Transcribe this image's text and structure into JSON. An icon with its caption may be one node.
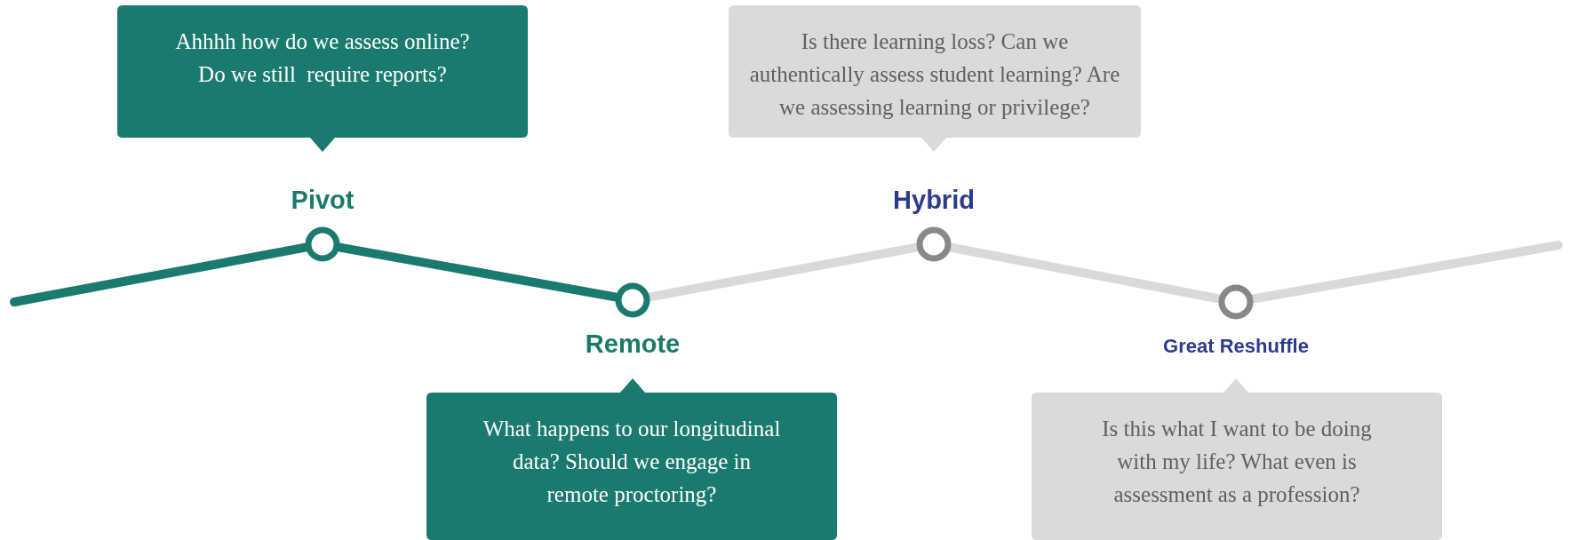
{
  "diagram": {
    "nodes": [
      {
        "text": [],
        "shape": "circle",
        "beside": [
          "Pivot"
        ]
      },
      {
        "text": [],
        "shape": "circle",
        "beside": [
          "Remote"
        ]
      },
      {
        "text": [],
        "shape": "circle",
        "beside": [
          "Hybrid"
        ]
      },
      {
        "text": [],
        "shape": "circle",
        "beside": [
          "Great Reshuffle"
        ]
      },
      {
        "text": [
          "Ahhhh how do we assess online? Do we still  require reports?"
        ]
      },
      {
        "text": [
          "What happens to our longitudinal data? Should we engage in remote proctoring?"
        ]
      },
      {
        "text": [
          "Is there learning loss? Can we authentically assess student learning? Are we assessing learning or privilege?"
        ]
      },
      {
        "text": [
          "Is this what I want to be doing with my life? What even is assessment as a profession?"
        ]
      }
    ],
    "edges": [
      {
        "from": null,
        "to": 0,
        "arrow": "none",
        "color": "#1b7a6e"
      },
      {
        "from": 0,
        "to": 1,
        "arrow": "none",
        "color": "#1b7a6e"
      },
      {
        "from": 1,
        "to": 2,
        "arrow": "none"
      },
      {
        "from": 2,
        "to": 3,
        "arrow": "none"
      },
      {
        "from": 3,
        "to": null,
        "arrow": "none"
      }
    ]
  }
}
